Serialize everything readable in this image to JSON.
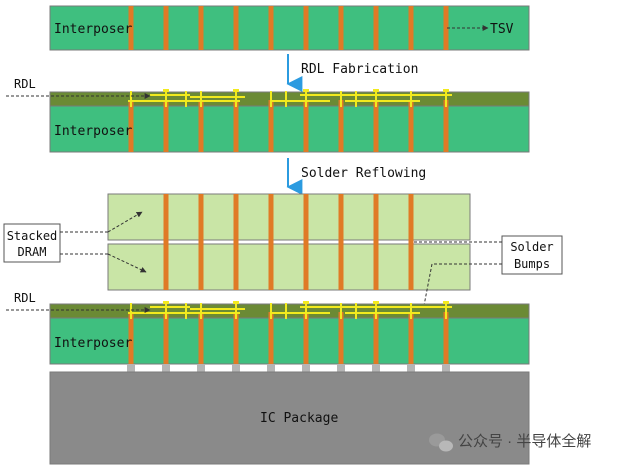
{
  "labels": {
    "interposer": "Interposer",
    "tsv": "TSV",
    "rdl": "RDL",
    "step_rdl_fabrication": "RDL Fabrication",
    "step_solder_reflowing": "Solder Reflowing",
    "stacked_dram_line1": "Stacked",
    "stacked_dram_line2": "DRAM",
    "solder_bumps_line1": "Solder",
    "solder_bumps_line2": "Bumps",
    "ic_package": "IC Package",
    "watermark": "公众号 · 半导体全解"
  },
  "colors": {
    "interposer_green": "#3fbf7f",
    "rdl_olive": "#6b8a35",
    "tsv_orange": "#e07a26",
    "dram_fill": "#c9e5a6",
    "wire_yellow": "#f2ea1e",
    "arrow_blue": "#2b9be0",
    "package_gray": "#8a8a8a",
    "outline": "#7a7a7a",
    "text": "#111111"
  }
}
